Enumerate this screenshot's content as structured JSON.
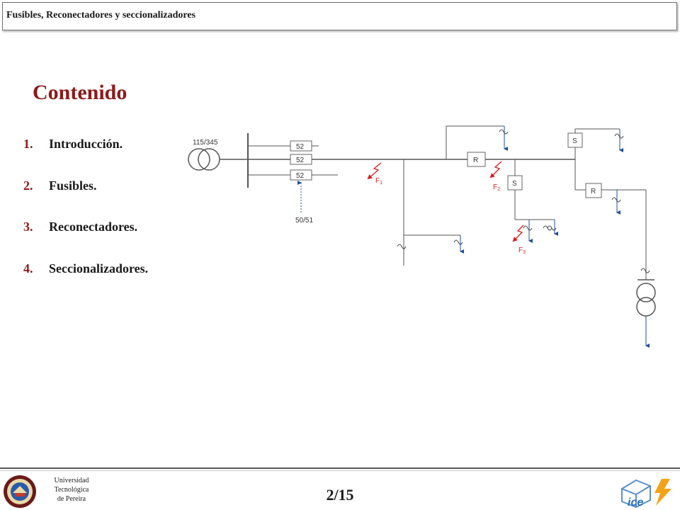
{
  "header": {
    "title": "Fusibles, Reconectadores y seccionalizadores"
  },
  "slide": {
    "title": "Contenido"
  },
  "toc": {
    "items": [
      {
        "number": "1.",
        "label": "Introducción."
      },
      {
        "number": "2.",
        "label": "Fusibles."
      },
      {
        "number": "3.",
        "label": "Reconectadores."
      },
      {
        "number": "4.",
        "label": "Seccionalizadores."
      }
    ]
  },
  "diagram": {
    "transformer_label": "115/345",
    "breakers": [
      "52",
      "52",
      "52"
    ],
    "relay_label": "50/51",
    "recloser_label": "R",
    "sectionalizer_label": "S",
    "fault_labels": [
      {
        "letter": "F",
        "sub": "1"
      },
      {
        "letter": "F",
        "sub": "2"
      },
      {
        "letter": "F",
        "sub": "3"
      }
    ]
  },
  "footer": {
    "page": "2/15",
    "university": [
      "Universidad",
      "Tecnológica",
      "de Pereira"
    ]
  },
  "icons": {
    "university_logo": "utp-seal-icon",
    "faculty_logo": "ice-logo-icon"
  },
  "colors": {
    "title": "#8b1a1a",
    "fault": "#d42020",
    "load_arrow": "#1f4e9a",
    "line": "#555555"
  }
}
